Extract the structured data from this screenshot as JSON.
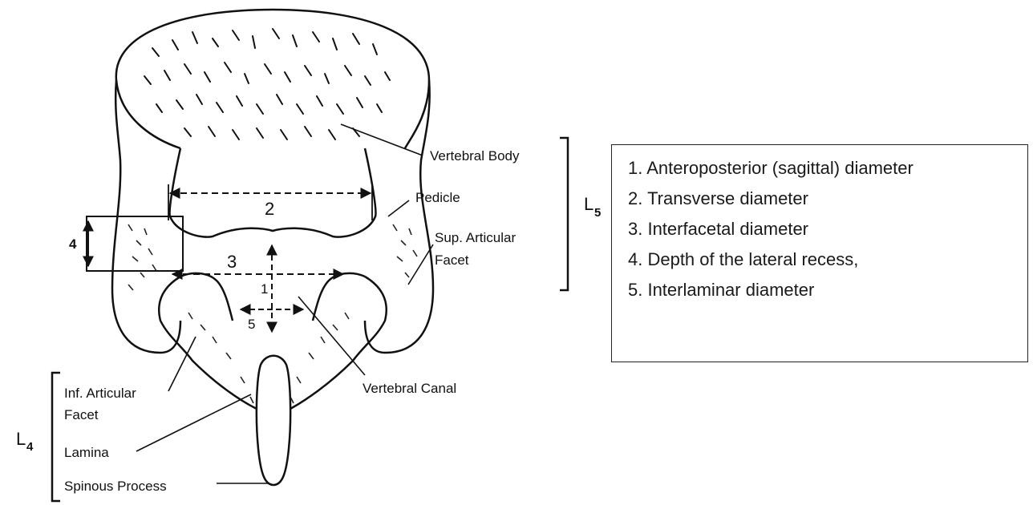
{
  "labels": {
    "vertebral_body": "Vertebral Body",
    "pedicle": "Pedicle",
    "sup_articular_line1": "Sup. Articular",
    "sup_articular_line2": "Facet",
    "inf_articular_line1": "Inf. Articular",
    "inf_articular_line2": "Facet",
    "lamina": "Lamina",
    "spinous_process": "Spinous Process",
    "vertebral_canal": "Vertebral Canal",
    "l5_letter": "L",
    "l5_sub": "5",
    "l4_letter": "L",
    "l4_sub": "4"
  },
  "measurements": {
    "m1": "1",
    "m2": "2",
    "m3": "3",
    "m4": "4",
    "m5": "5"
  },
  "legend": {
    "items": [
      "1. Anteroposterior (sagittal) diameter",
      "2. Transverse diameter",
      "3. Interfacetal diameter",
      "4. Depth of the lateral recess,",
      "5. Interlaminar diameter"
    ]
  }
}
